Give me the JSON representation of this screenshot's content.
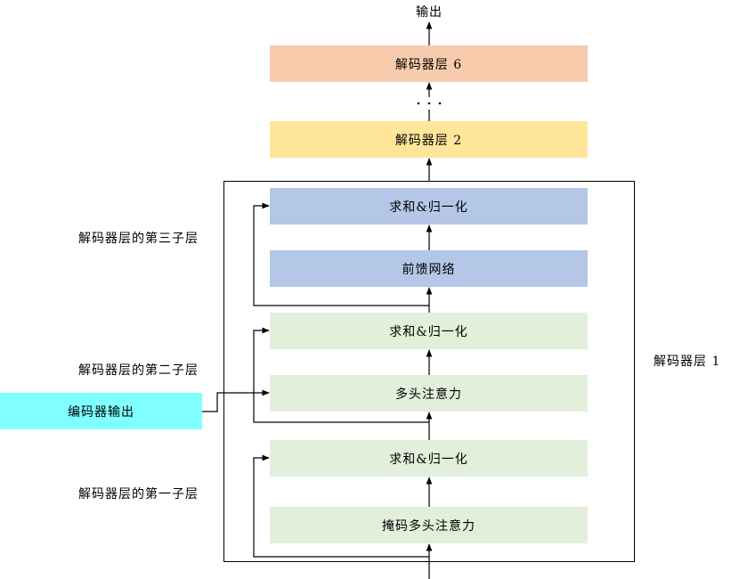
{
  "output": {
    "label": "输出"
  },
  "stack": {
    "layer_6": {
      "label": "解码器层 6",
      "color": "#F8CBAD"
    },
    "layer_2": {
      "label": "解码器层 2",
      "color": "#FFE699"
    }
  },
  "layer_1": {
    "label": "解码器层 1",
    "sublayer_3": {
      "caption": "解码器层的第三子层",
      "color": "#B4C7E7",
      "add_norm": "求和&归一化",
      "main": "前馈网络"
    },
    "sublayer_2": {
      "caption": "解码器层的第二子层",
      "color": "#E2EFDA",
      "add_norm": "求和&归一化",
      "main": "多头注意力"
    },
    "sublayer_1": {
      "caption": "解码器层的第一子层",
      "color": "#E2EFDA",
      "add_norm": "求和&归一化",
      "main": "掩码多头注意力"
    }
  },
  "encoder_output": {
    "label": "编码器输出",
    "color": "#7FFFFF"
  }
}
